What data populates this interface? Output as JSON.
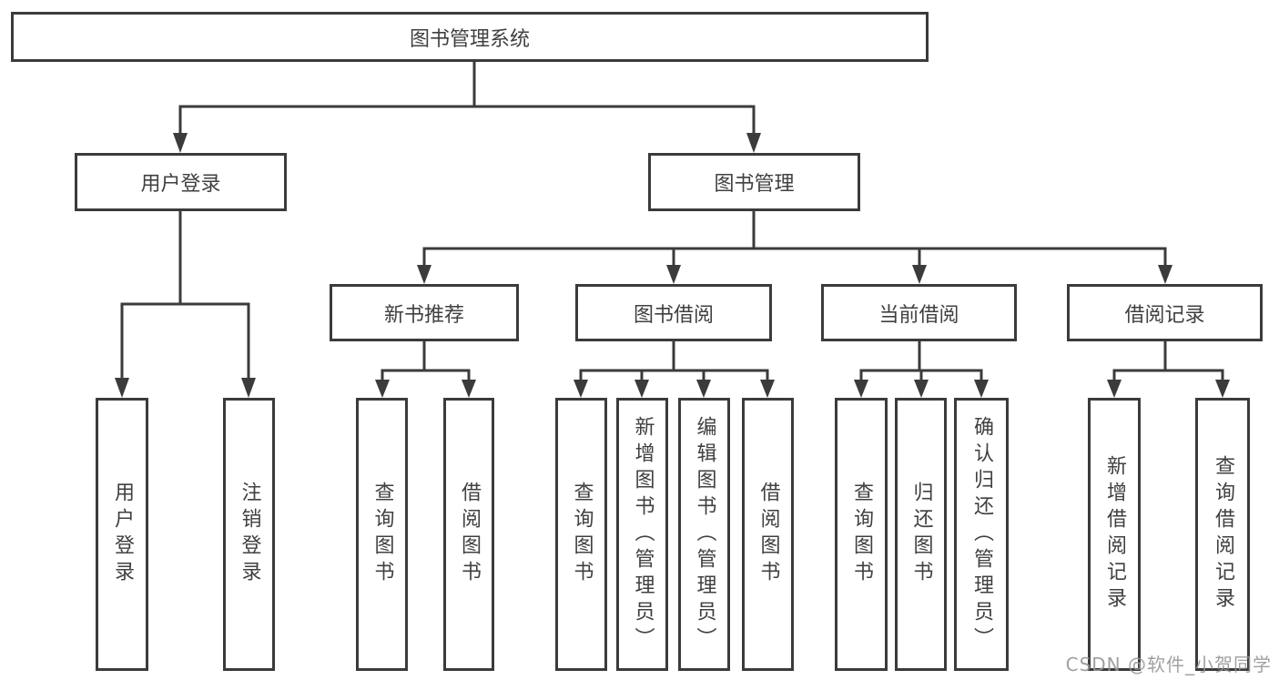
{
  "tree": {
    "root": {
      "label": "图书管理系统"
    },
    "level2": [
      {
        "label": "用户登录"
      },
      {
        "label": "图书管理"
      }
    ],
    "level3": [
      {
        "label": "新书推荐",
        "parent": "图书管理"
      },
      {
        "label": "图书借阅",
        "parent": "图书管理"
      },
      {
        "label": "当前借阅",
        "parent": "图书管理"
      },
      {
        "label": "借阅记录",
        "parent": "图书管理"
      }
    ],
    "level4": [
      {
        "label": "用户登录",
        "parent": "用户登录"
      },
      {
        "label": "注销登录",
        "parent": "用户登录"
      },
      {
        "label": "查询图书",
        "parent": "新书推荐"
      },
      {
        "label": "借阅图书",
        "parent": "新书推荐"
      },
      {
        "label": "查询图书",
        "parent": "图书借阅"
      },
      {
        "label": "新增图书（管理员）",
        "parent": "图书借阅"
      },
      {
        "label": "编辑图书（管理员）",
        "parent": "图书借阅"
      },
      {
        "label": "借阅图书",
        "parent": "图书借阅"
      },
      {
        "label": "查询图书",
        "parent": "当前借阅"
      },
      {
        "label": "归还图书",
        "parent": "当前借阅"
      },
      {
        "label": "确认归还（管理员）",
        "parent": "当前借阅"
      },
      {
        "label": "新增借阅记录",
        "parent": "借阅记录"
      },
      {
        "label": "查询借阅记录",
        "parent": "借阅记录"
      }
    ]
  },
  "watermark": {
    "text": "CSDN @软件_小贺同学"
  },
  "colors": {
    "line": "#3b3b3b",
    "text": "#404040",
    "background": "#ffffff",
    "watermark": "#969696"
  }
}
